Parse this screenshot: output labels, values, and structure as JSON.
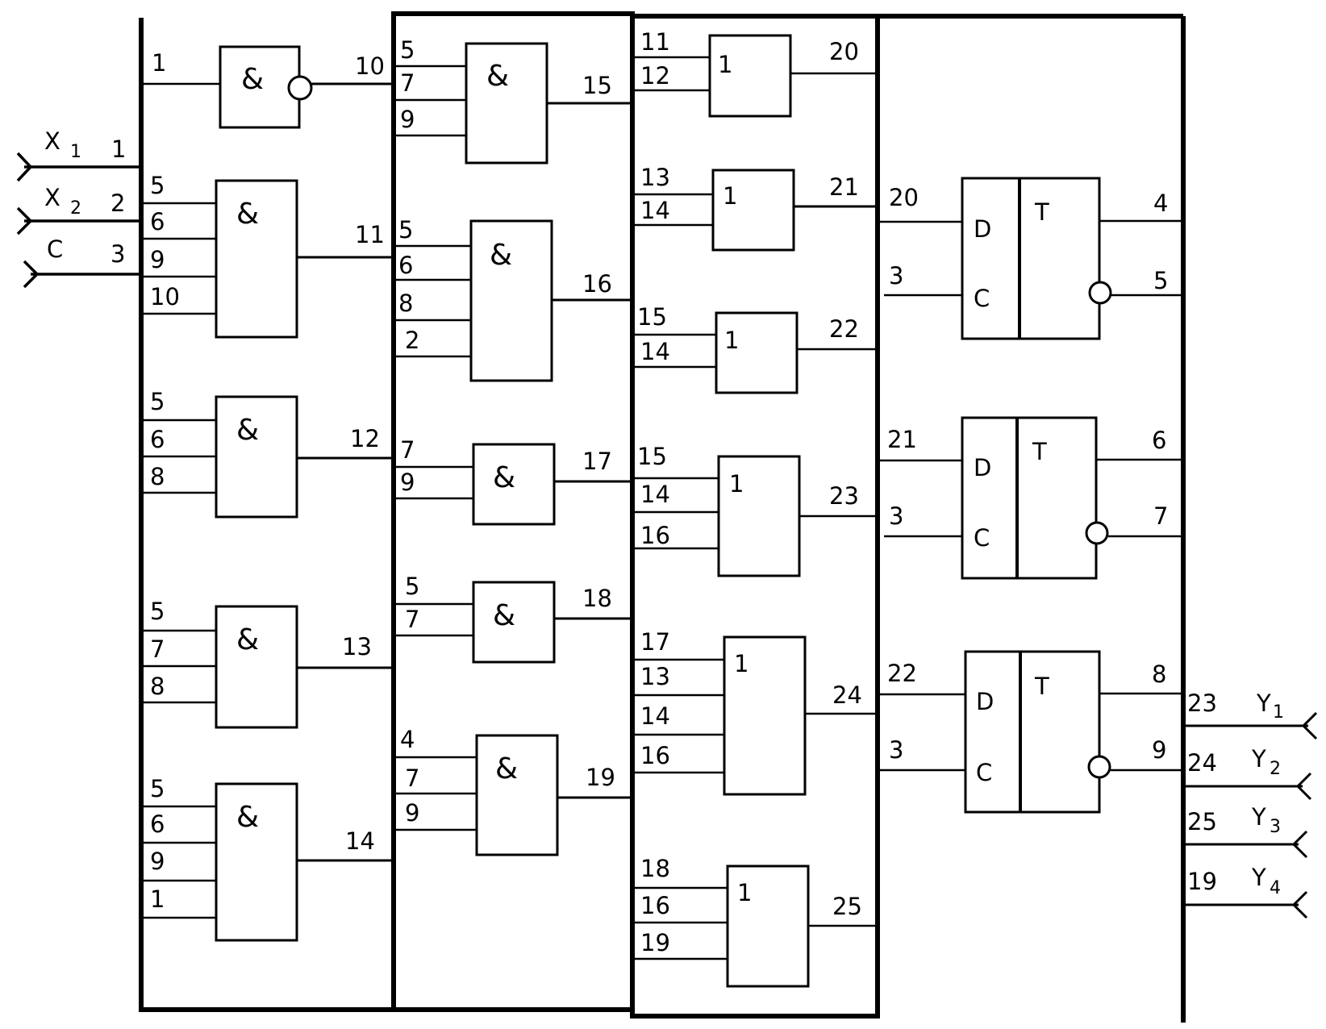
{
  "inputs": [
    {
      "name": "X",
      "sub": "1",
      "num": "1"
    },
    {
      "name": "X",
      "sub": "2",
      "num": "2"
    },
    {
      "name": "C",
      "sub": "",
      "num": "3"
    }
  ],
  "outputs": [
    {
      "name": "Y",
      "sub": "1",
      "num": "23"
    },
    {
      "name": "Y",
      "sub": "2",
      "num": "24"
    },
    {
      "name": "Y",
      "sub": "3",
      "num": "25"
    },
    {
      "name": "Y",
      "sub": "4",
      "num": "19"
    }
  ],
  "and_symbol": "&",
  "or_symbol": "1",
  "trigger": {
    "d": "D",
    "c": "C",
    "t": "T"
  },
  "stage1": [
    {
      "ins": [
        "1"
      ],
      "out": "10",
      "inverted": true
    },
    {
      "ins": [
        "5",
        "6",
        "9",
        "10"
      ],
      "out": "11"
    },
    {
      "ins": [
        "5",
        "6",
        "8"
      ],
      "out": "12"
    },
    {
      "ins": [
        "5",
        "7",
        "8"
      ],
      "out": "13"
    },
    {
      "ins": [
        "5",
        "6",
        "9",
        "1"
      ],
      "out": "14"
    }
  ],
  "stage2": [
    {
      "ins": [
        "5",
        "7",
        "9"
      ],
      "out": "15"
    },
    {
      "ins": [
        "5",
        "6",
        "8",
        "2"
      ],
      "out": "16"
    },
    {
      "ins": [
        "7",
        "9"
      ],
      "out": "17"
    },
    {
      "ins": [
        "5",
        "7"
      ],
      "out": "18"
    },
    {
      "ins": [
        "4",
        "7",
        "9"
      ],
      "out": "19"
    }
  ],
  "stage3": [
    {
      "ins": [
        "11",
        "12"
      ],
      "out": "20"
    },
    {
      "ins": [
        "13",
        "14"
      ],
      "out": "21"
    },
    {
      "ins": [
        "15",
        "14"
      ],
      "out": "22"
    },
    {
      "ins": [
        "15",
        "14",
        "16"
      ],
      "out": "23"
    },
    {
      "ins": [
        "17",
        "13",
        "14",
        "16"
      ],
      "out": "24"
    },
    {
      "ins": [
        "18",
        "16",
        "19"
      ],
      "out": "25"
    }
  ],
  "flipflops": [
    {
      "d_in": "20",
      "c_in": "3",
      "q": "4",
      "nq": "5"
    },
    {
      "d_in": "21",
      "c_in": "3",
      "q": "6",
      "nq": "7"
    },
    {
      "d_in": "22",
      "c_in": "3",
      "q": "8",
      "nq": "9"
    }
  ]
}
